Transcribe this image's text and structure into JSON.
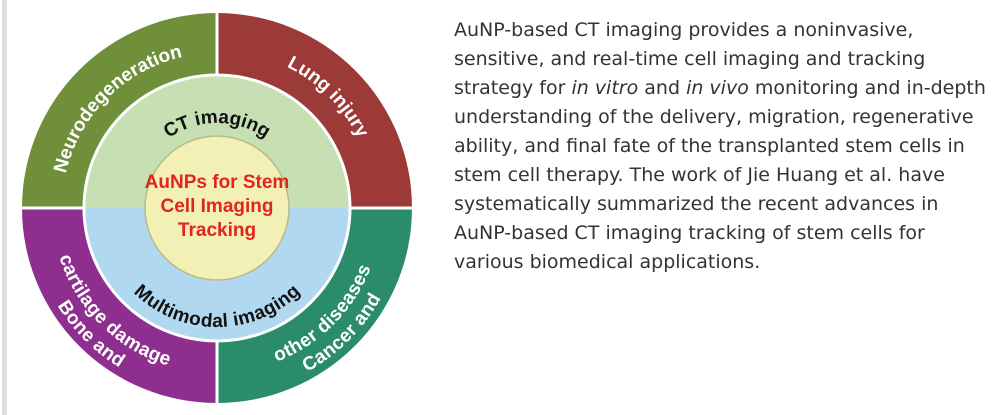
{
  "figure": {
    "center": {
      "lines": [
        "AuNPs for Stem",
        "Cell Imaging",
        "Tracking"
      ],
      "color": "#e0261c",
      "fill": "#f3f0b5"
    },
    "inner_ring": {
      "top_label": "CT imaging",
      "bottom_label": "Multimodal imaging",
      "top_fill": "#c6e0b4",
      "bottom_fill": "#b0d8f0"
    },
    "outer_segments": [
      {
        "label": "Neurodegeneration",
        "color": "#6f8f3a"
      },
      {
        "label": "Lung injury",
        "color": "#9b3a36"
      },
      {
        "label": "Cancer and",
        "label2": "other diseases",
        "color": "#2a8c6b"
      },
      {
        "label": "Bone and",
        "label2": "cartilage damage",
        "color": "#8e2f8f"
      }
    ]
  },
  "caption": {
    "part1": "AuNP-based CT imaging provides a noninvasive, sensitive, and real-time cell imaging and tracking strategy for ",
    "em1": "in vitro",
    "part2": " and ",
    "em2": "in vivo",
    "part3": " monitoring and in-depth understanding of the delivery, migration, regenerative ability, and final fate of the transplanted stem cells in stem cell therapy. The work of Jie Huang et al. have systematically summarized the recent advances in AuNP-based CT imaging tracking of stem cells for various biomedical applications."
  }
}
